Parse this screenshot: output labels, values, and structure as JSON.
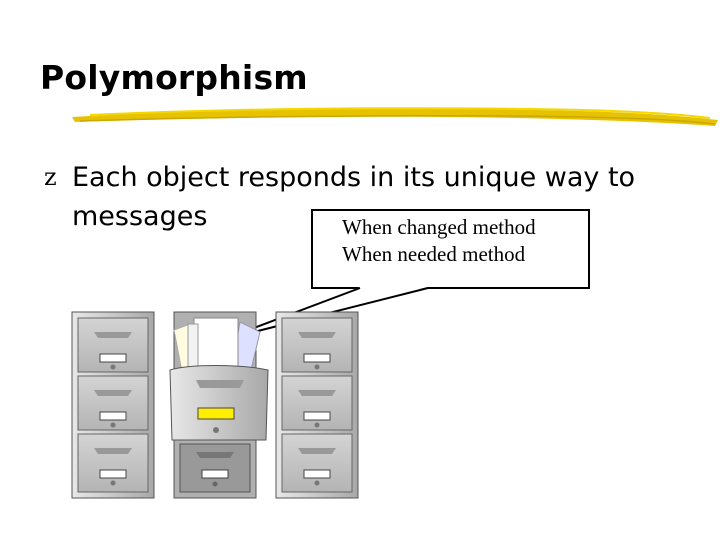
{
  "slide": {
    "title": "Polymorphism",
    "bullet_icon": "z-dingbat-bullet",
    "bullet_line1": "Each object responds in its unique way to",
    "bullet_line2": "messages",
    "callout": {
      "line1": "When changed method",
      "line2": "When needed method"
    },
    "illustration": "file-cabinets-icon",
    "colors": {
      "title_underline": "#e6c200",
      "cabinet_body": "#c0c0c0",
      "open_drawer_label": "#ffee00"
    }
  }
}
